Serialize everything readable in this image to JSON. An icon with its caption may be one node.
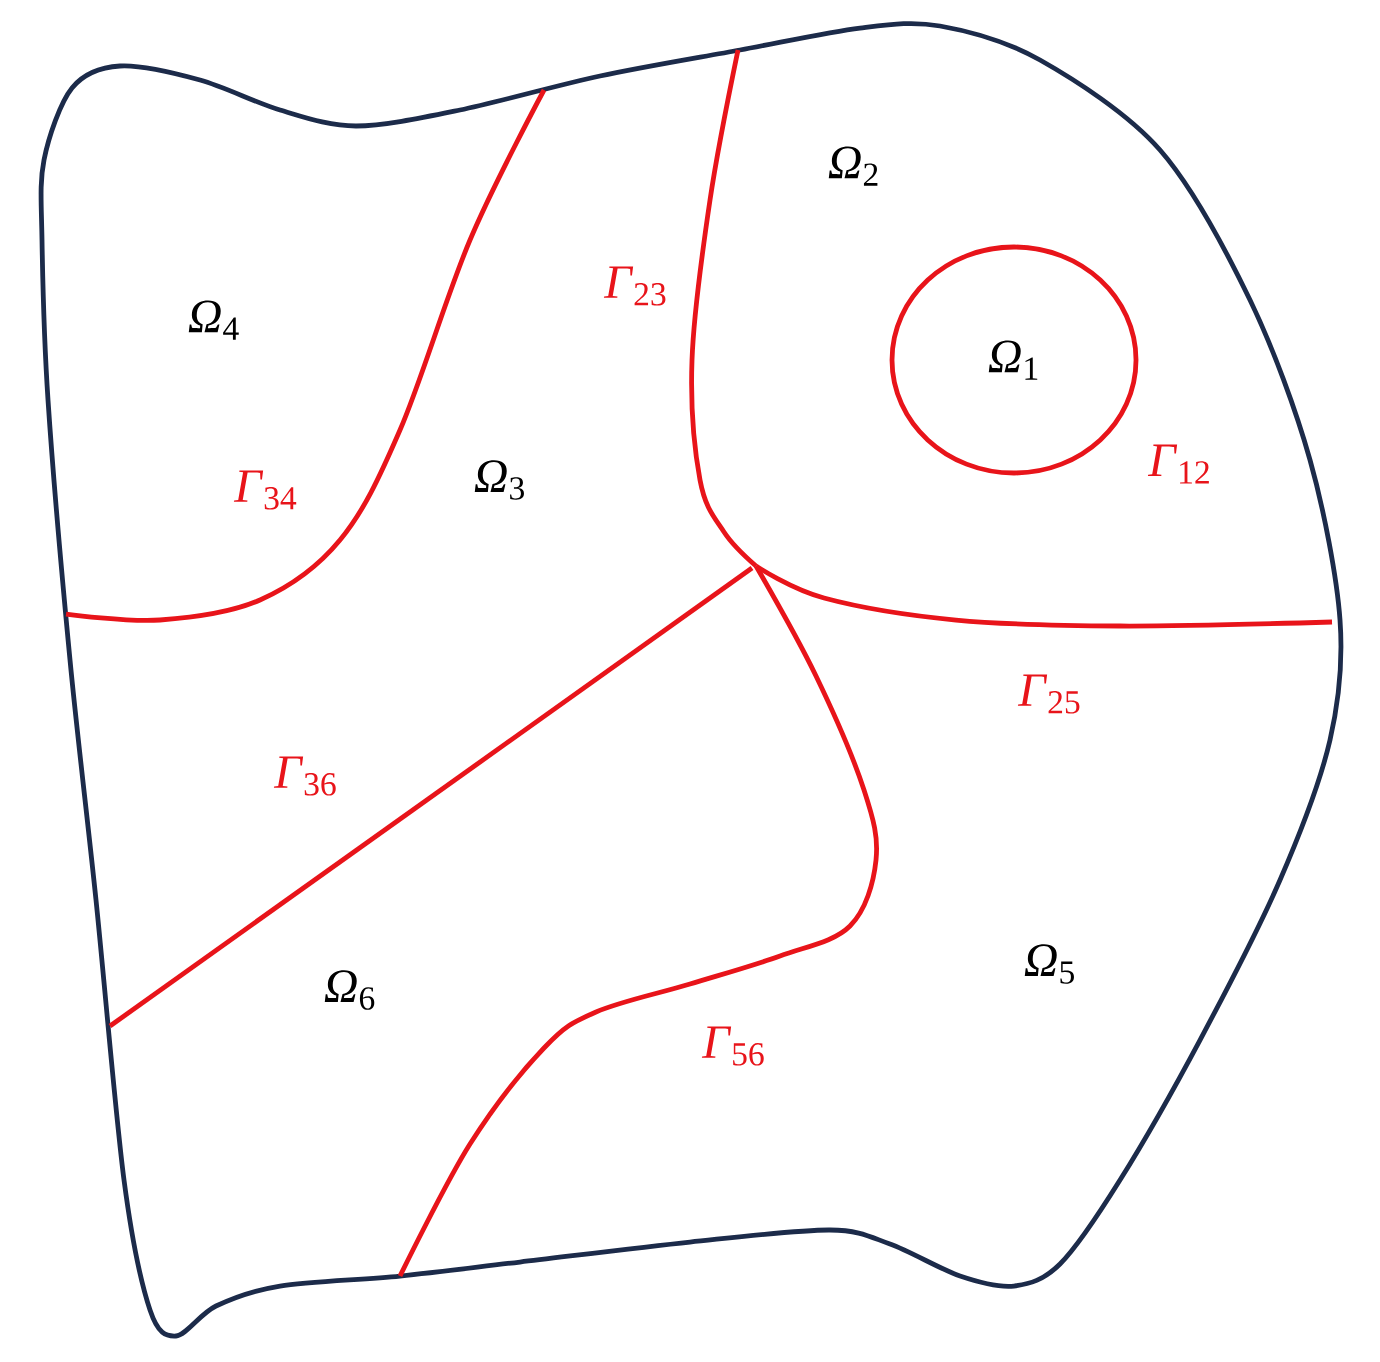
{
  "diagram": {
    "nodes": [
      {
        "text": [
          "*Ω*$_{2}$",
          "*Ω*$_{4}$",
          "*Ω*$_{3}$",
          "*Ω*$_{6}$",
          "*Ω*$_{5}$"
        ]
      },
      {
        "text": [
          "*Ω*$_{1}$"
        ],
        "in": 0
      }
    ],
    "labels": [
      "*Γ*$_{23}$",
      "*Γ*$_{12}$",
      "*Γ*$_{34}$",
      "*Γ*$_{25}$",
      "*Γ*$_{36}$",
      "*Γ*$_{56}$"
    ]
  }
}
